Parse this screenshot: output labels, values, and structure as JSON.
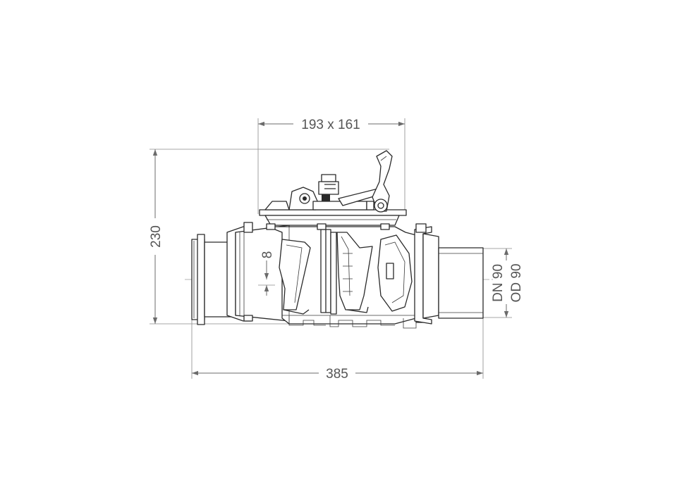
{
  "dimensions": {
    "top_width": "193 x 161",
    "total_height": "230",
    "total_length": "385",
    "offset": "8",
    "nominal_diameter": "DN 90",
    "outer_diameter": "OD 90"
  }
}
